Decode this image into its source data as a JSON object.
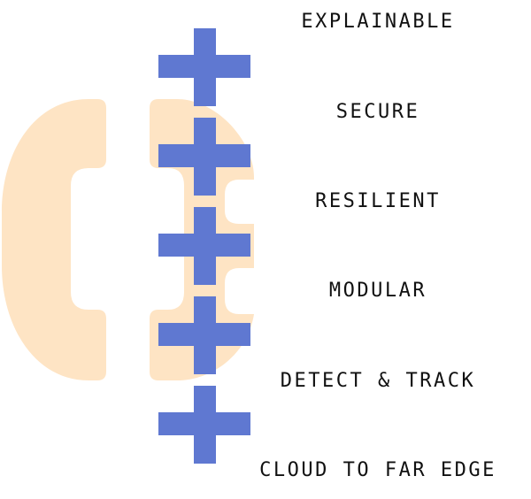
{
  "colors": {
    "cross": "#5F78D1",
    "shape": "#FEE4C4",
    "text": "#111111"
  },
  "labels": [
    "EXPLAINABLE",
    "SECURE",
    "RESILIENT",
    "MODULAR",
    "DETECT & TRACK",
    "CLOUD TO FAR EDGE"
  ],
  "icons": {
    "background": "phone-handset-icon",
    "marker": "plus-icon"
  }
}
